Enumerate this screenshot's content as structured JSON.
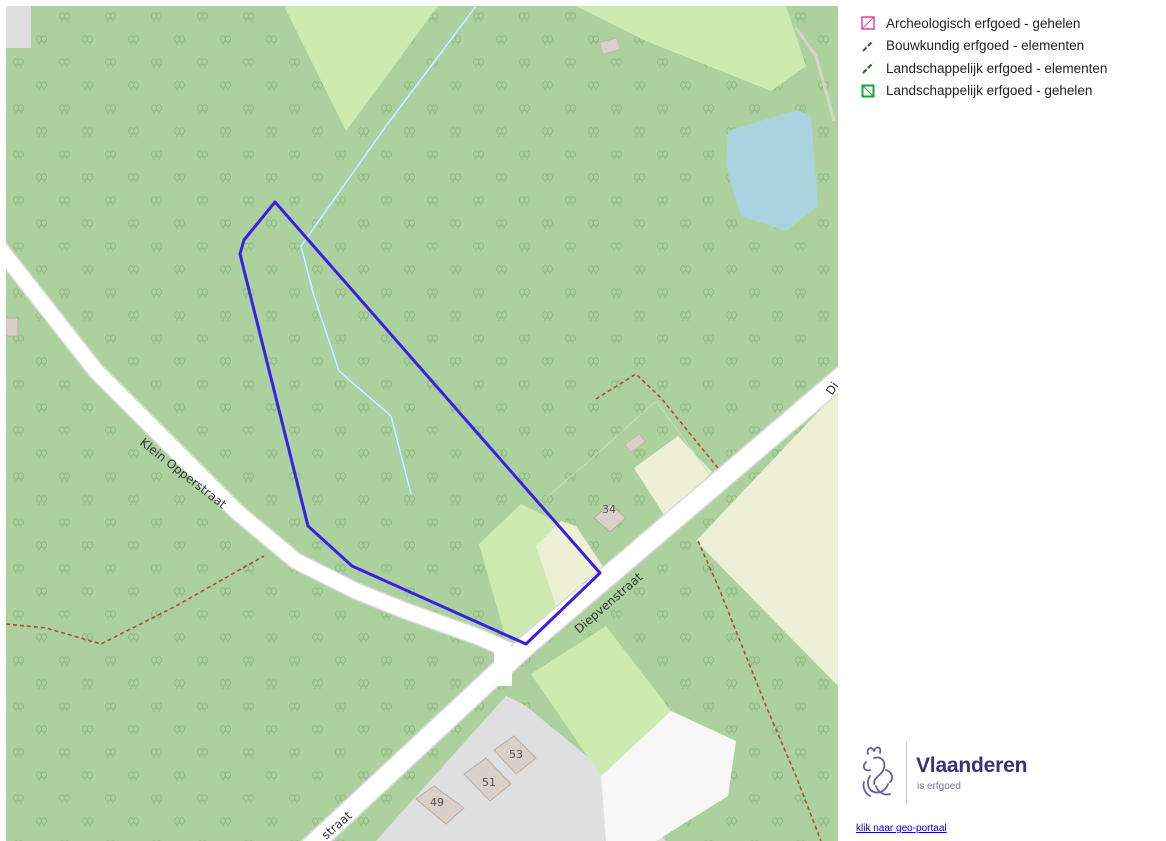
{
  "legend": {
    "items": [
      {
        "label": "Archeologisch erfgoed - gehelen",
        "icon": "pink-hatched-square-icon",
        "color": "#e0489a"
      },
      {
        "label": "Bouwkundig erfgoed - elementen",
        "icon": "brown-dashed-line-icon",
        "color": "#8a3a1c"
      },
      {
        "label": "Landschappelijk erfgoed - elementen",
        "icon": "green-dashed-line-icon",
        "color": "#1f5f2a"
      },
      {
        "label": "Landschappelijk erfgoed - gehelen",
        "icon": "green-hatched-square-icon",
        "color": "#18a33a"
      }
    ]
  },
  "map": {
    "roads": {
      "klein_opperstraat": "Klein Opperstraat",
      "diepenstraat": "Diepvenstraat",
      "diepenstraat_bottom": "straat",
      "diepenstraat_top": "Di"
    },
    "house_numbers": [
      "34",
      "53",
      "51",
      "49"
    ],
    "colors": {
      "forest": "#add19e",
      "meadow": "#cdebb0",
      "farmland": "#eef0d5",
      "water": "#aad3df",
      "residential": "#e0dfdf",
      "building": "#d9d0c9",
      "road": "#ffffff",
      "parcel_outline": "#3a1fe6",
      "path": "#a8522e"
    }
  },
  "logo": {
    "title": "Vlaanderen",
    "subtitle": "is erfgoed",
    "icon": "flemish-lion-icon"
  },
  "geo_link": "klik naar geo-portaal"
}
